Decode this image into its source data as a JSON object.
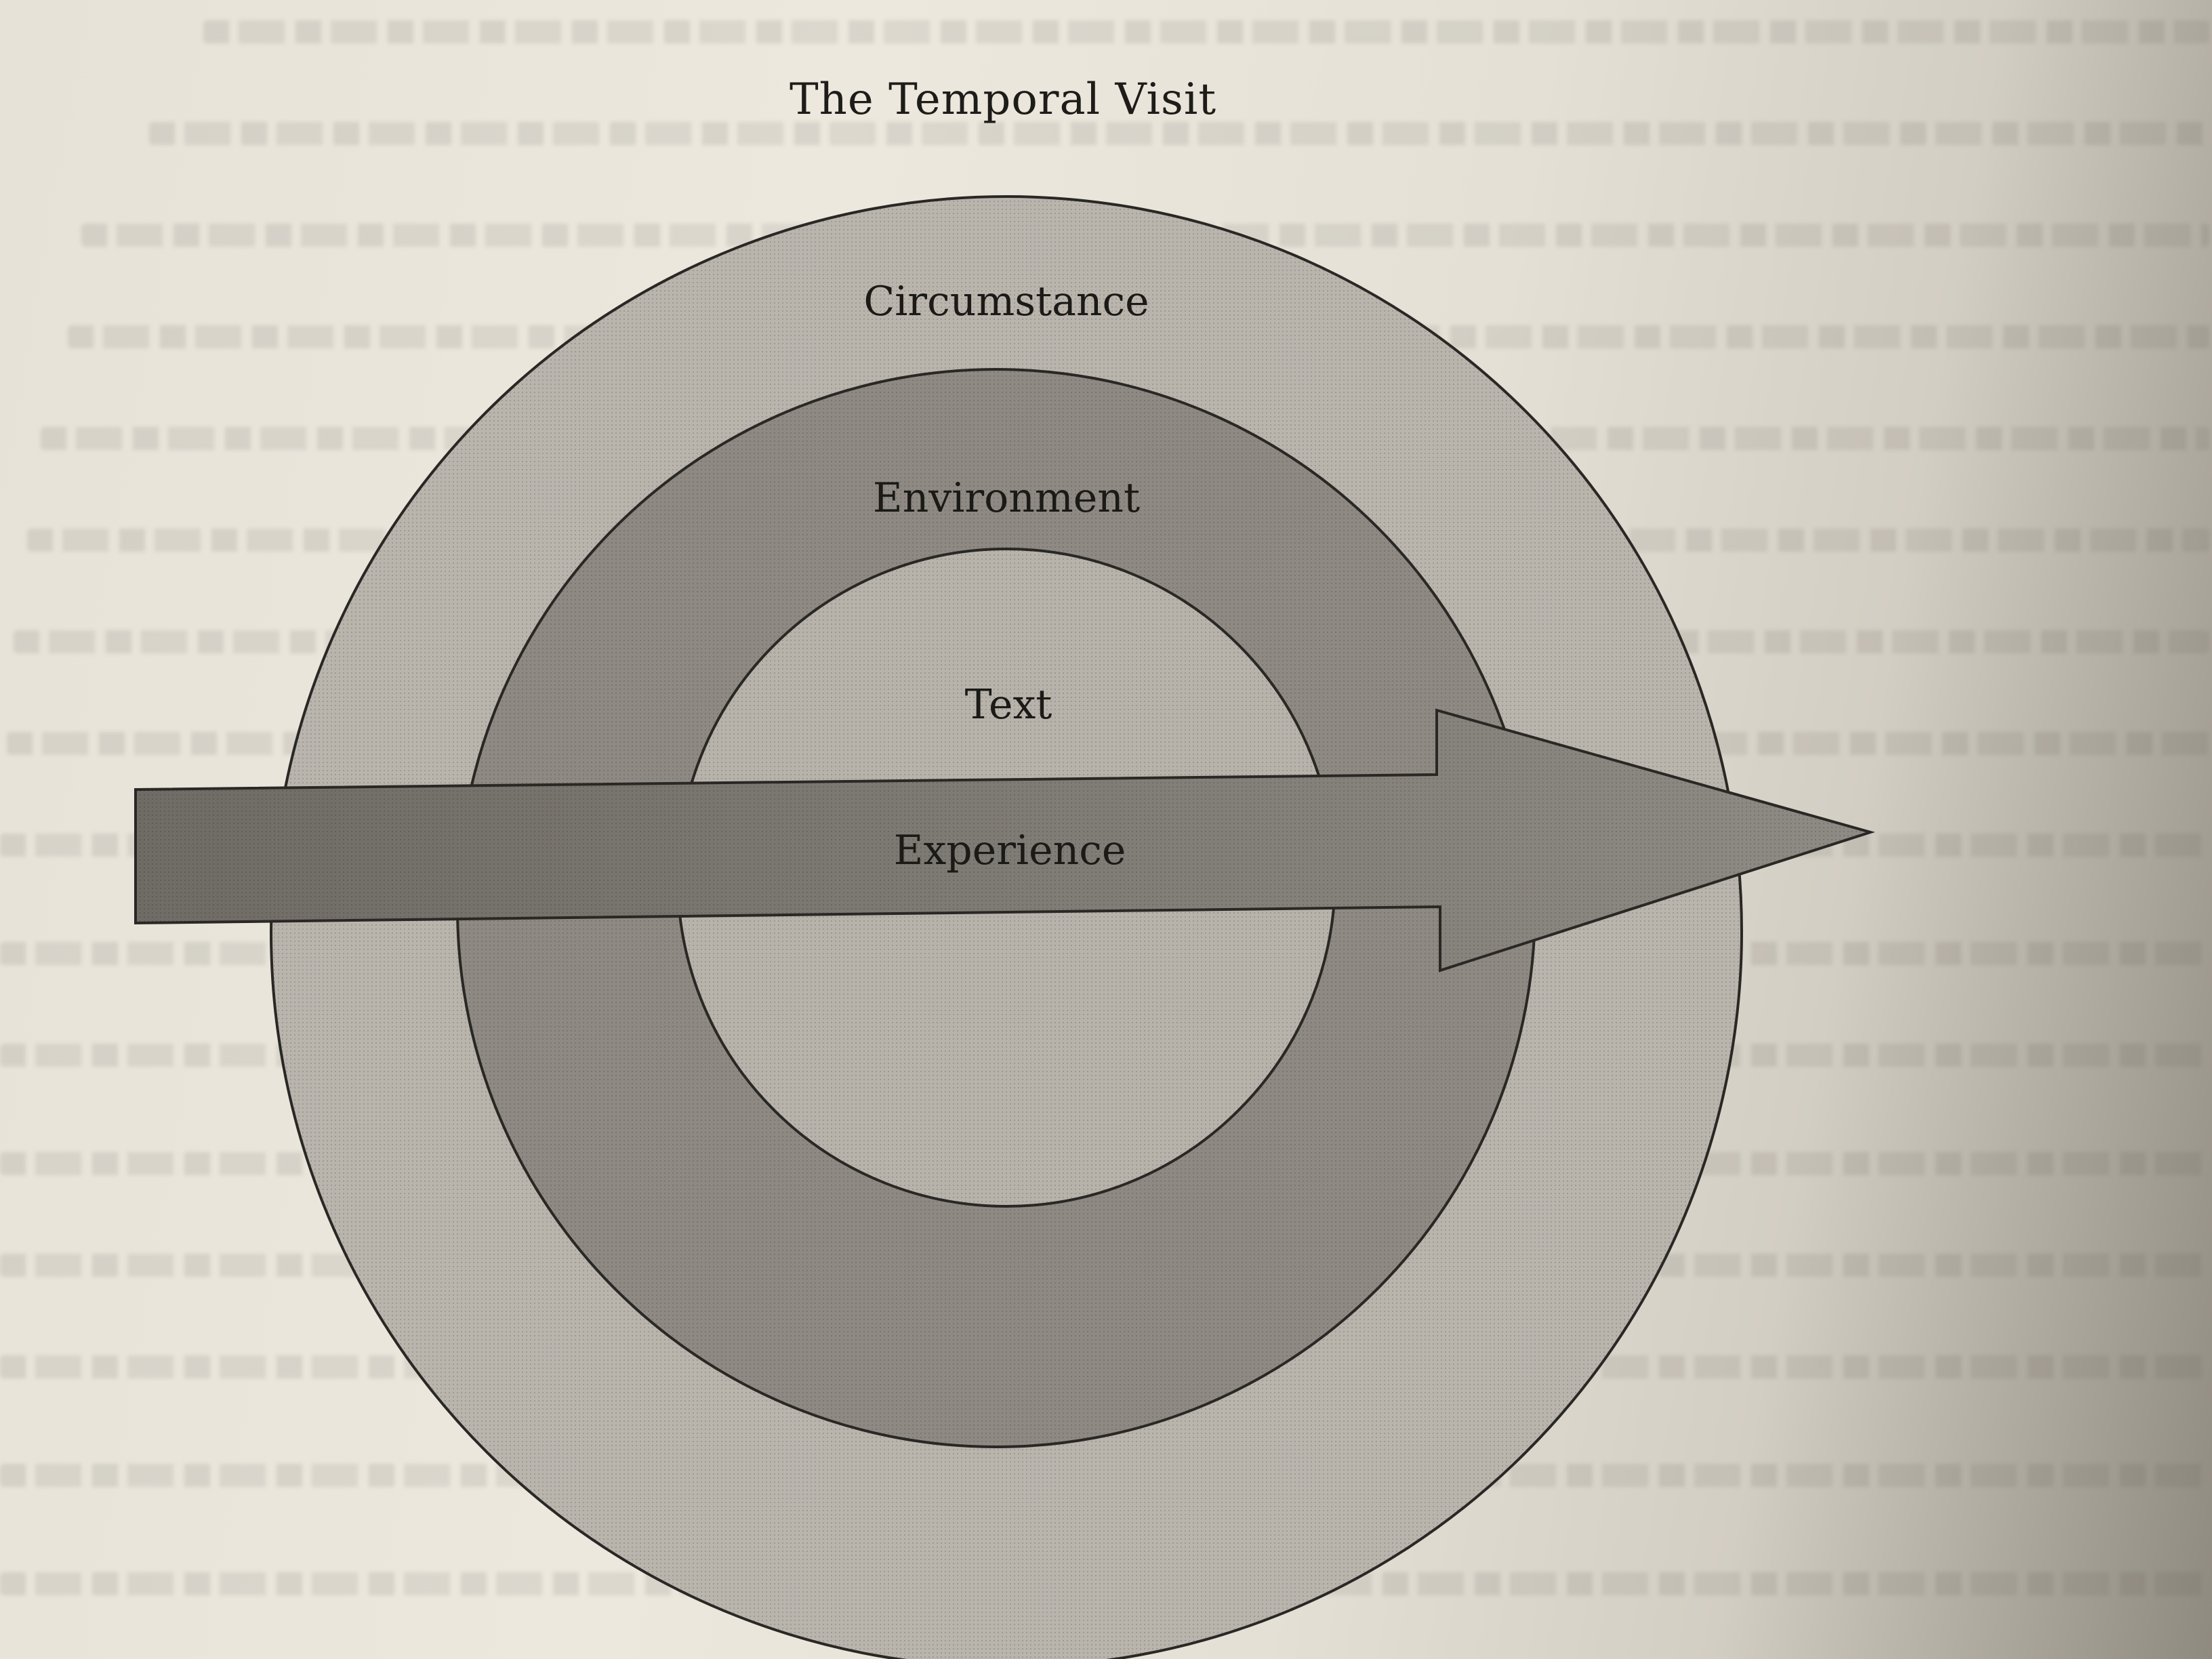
{
  "diagram": {
    "title": "The Temporal Visit",
    "rings": [
      {
        "name": "outer",
        "label": "Circumstance"
      },
      {
        "name": "middle",
        "label": "Environment"
      },
      {
        "name": "inner",
        "label": "Text"
      }
    ],
    "arrow": {
      "label": "Experience"
    },
    "colors": {
      "outer_ring": "#b9b5ad",
      "middle_ring": "#8e8a83",
      "inner_circle": "#b7b3ab",
      "arrow": "#8a8680",
      "stroke": "#2a2825"
    }
  }
}
